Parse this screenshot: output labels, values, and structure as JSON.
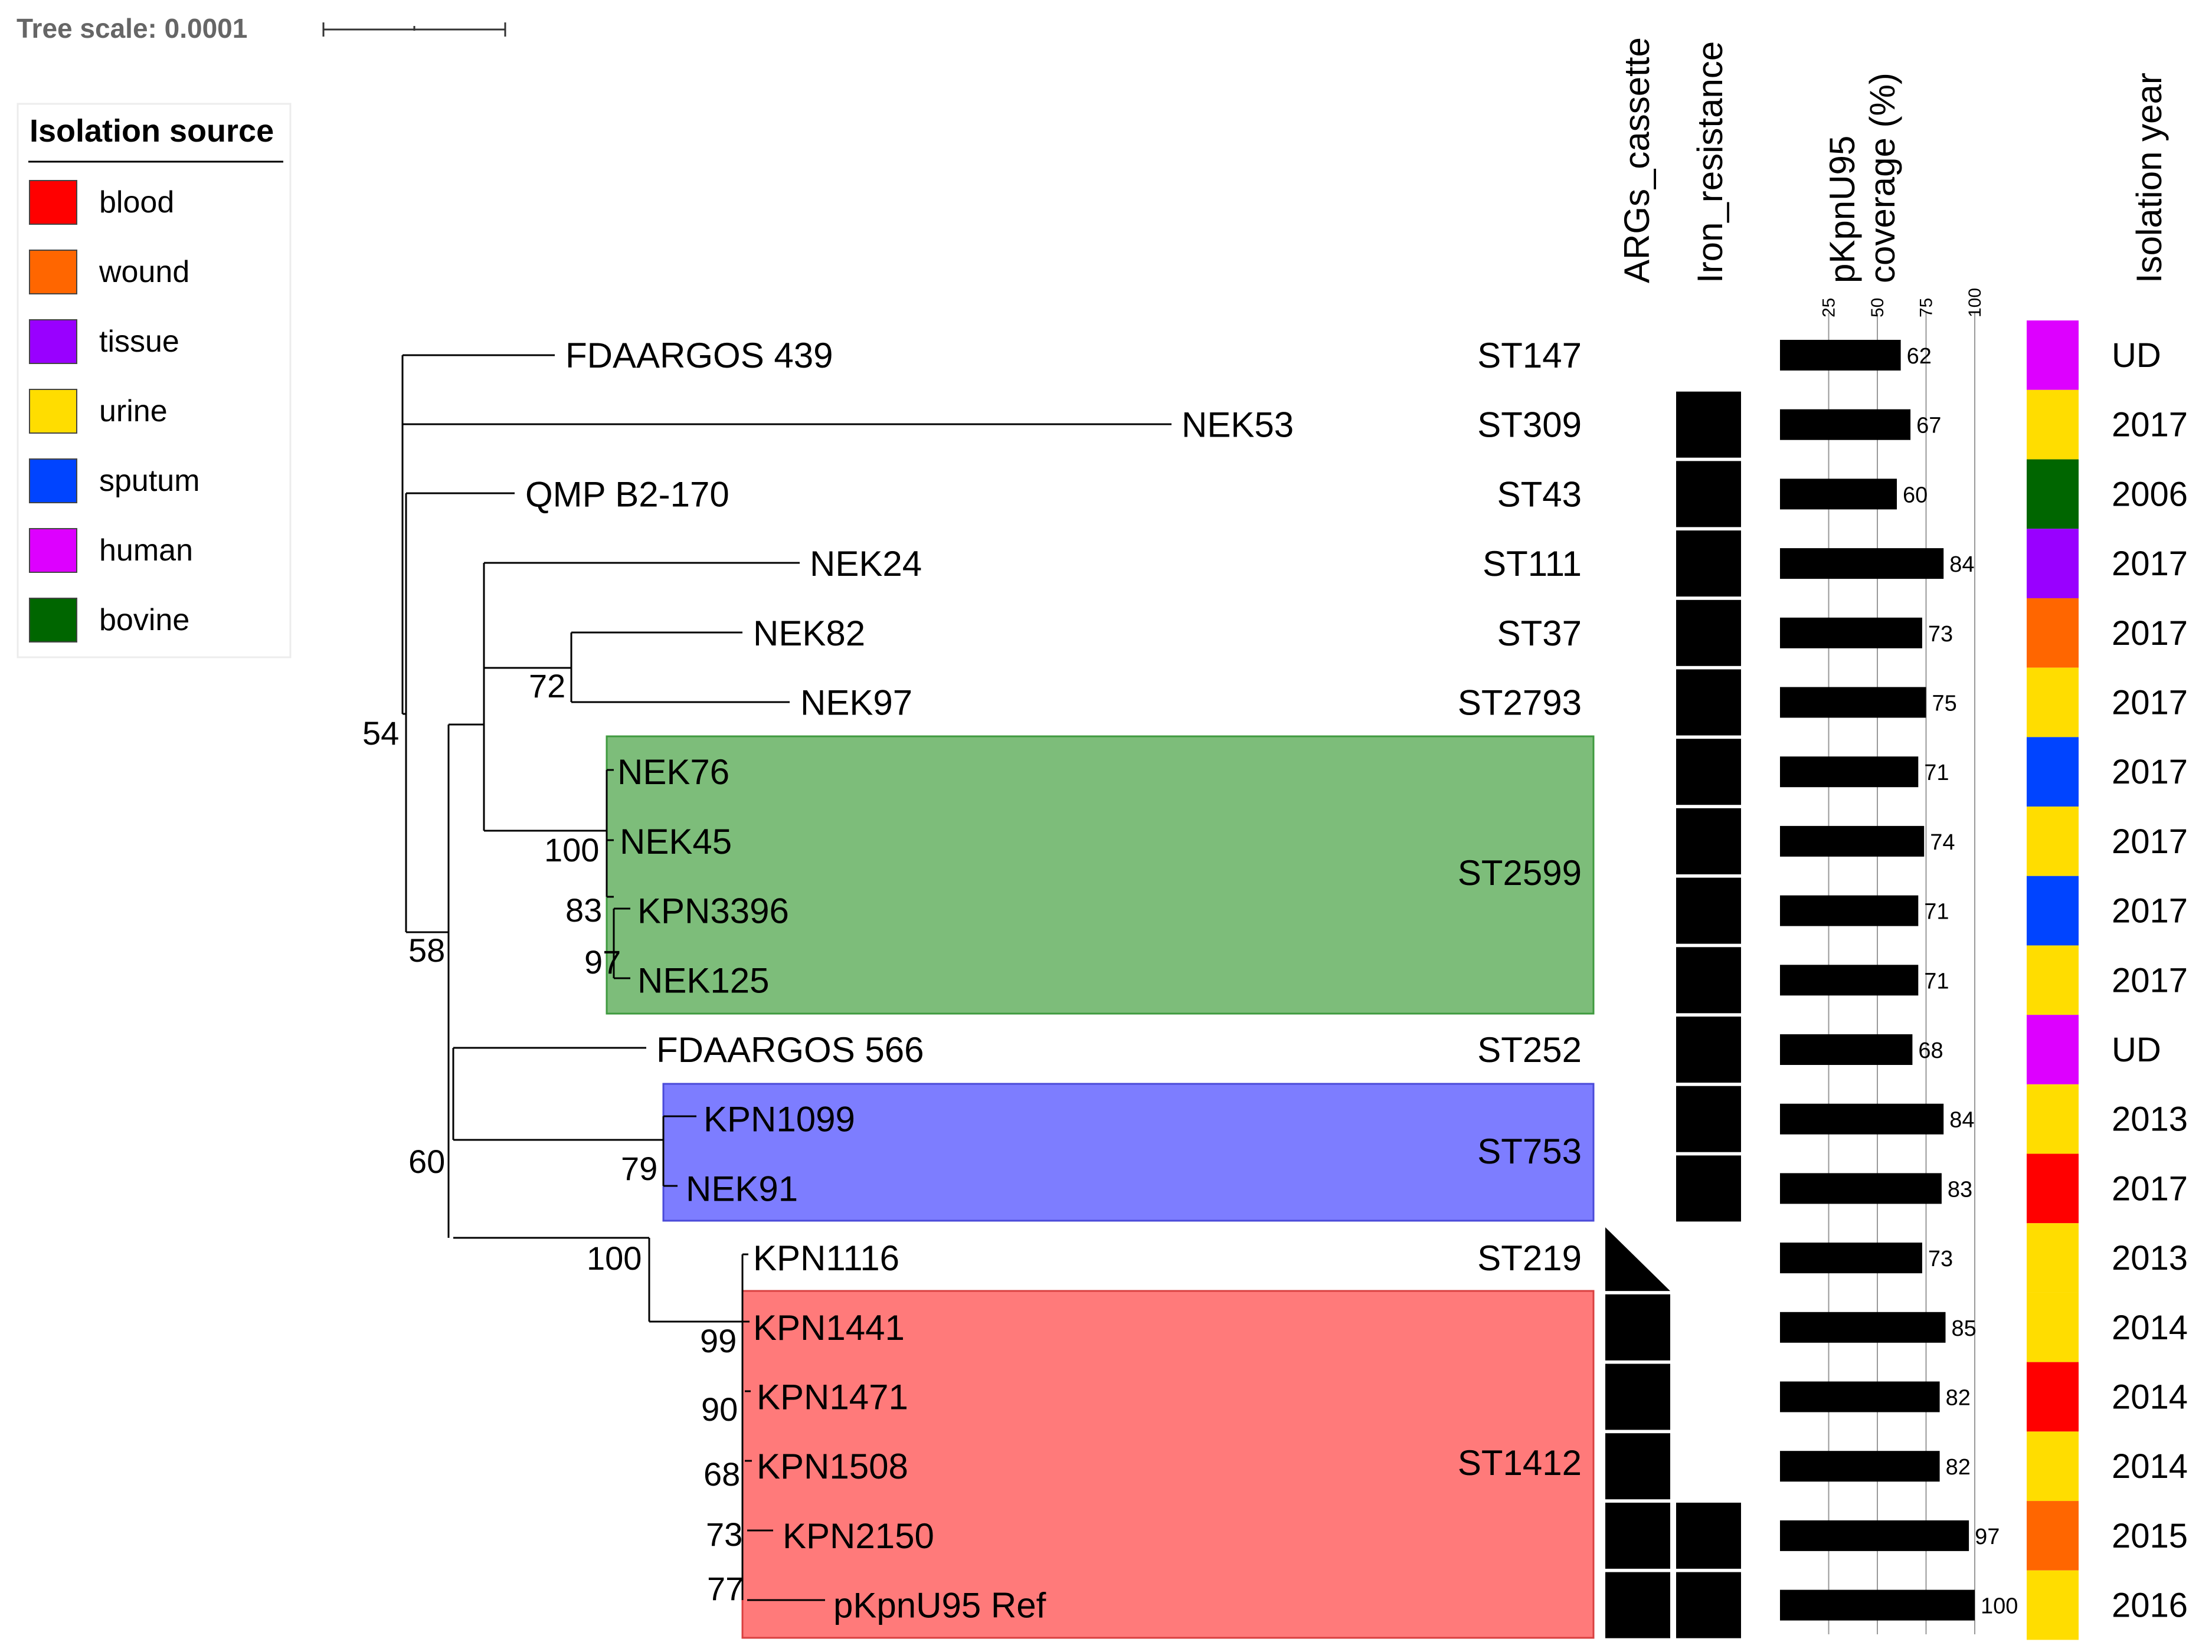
{
  "tree_scale": {
    "label": "Tree scale: 0.0001"
  },
  "legend": {
    "title": "Isolation source",
    "items": [
      {
        "label": "blood",
        "color": "#ff0000"
      },
      {
        "label": "wound",
        "color": "#ff6600"
      },
      {
        "label": "tissue",
        "color": "#9900ff"
      },
      {
        "label": "urine",
        "color": "#ffdd00"
      },
      {
        "label": "sputum",
        "color": "#0044ff"
      },
      {
        "label": "human",
        "color": "#dd00ff"
      },
      {
        "label": "bovine",
        "color": "#006600"
      }
    ]
  },
  "columns": {
    "args": "ARGs_cassette",
    "iron": "Iron_resistance",
    "coverage_line1": "pKpnU95",
    "coverage_line2": "coverage (%)",
    "year": "Isolation year"
  },
  "coverage_ticks": [
    "25",
    "50",
    "75",
    "100"
  ],
  "clade_st": {
    "green": "ST2599",
    "blue": "ST753",
    "red": "ST1412"
  },
  "bootstrap": [
    "54",
    "72",
    "100",
    "83",
    "97",
    "58",
    "60",
    "79",
    "100",
    "99",
    "90",
    "68",
    "73",
    "77"
  ],
  "leaves": [
    {
      "name": "FDAARGOS 439",
      "st": "ST147",
      "iron": false,
      "args": false,
      "coverage": 62,
      "year": "UD",
      "source_color": "#dd00ff"
    },
    {
      "name": "NEK53",
      "st": "ST309",
      "iron": true,
      "args": false,
      "coverage": 67,
      "year": "2017",
      "source_color": "#ffdd00"
    },
    {
      "name": "QMP B2-170",
      "st": "ST43",
      "iron": true,
      "args": false,
      "coverage": 60,
      "year": "2006",
      "source_color": "#006600"
    },
    {
      "name": "NEK24",
      "st": "ST111",
      "iron": true,
      "args": false,
      "coverage": 84,
      "year": "2017",
      "source_color": "#9900ff"
    },
    {
      "name": "NEK82",
      "st": "ST37",
      "iron": true,
      "args": false,
      "coverage": 73,
      "year": "2017",
      "source_color": "#ff6600"
    },
    {
      "name": "NEK97",
      "st": "ST2793",
      "iron": true,
      "args": false,
      "coverage": 75,
      "year": "2017",
      "source_color": "#ffdd00"
    },
    {
      "name": "NEK76",
      "st": "",
      "iron": true,
      "args": false,
      "coverage": 71,
      "year": "2017",
      "source_color": "#0044ff"
    },
    {
      "name": "NEK45",
      "st": "",
      "iron": true,
      "args": false,
      "coverage": 74,
      "year": "2017",
      "source_color": "#ffdd00"
    },
    {
      "name": "KPN3396",
      "st": "",
      "iron": true,
      "args": false,
      "coverage": 71,
      "year": "2017",
      "source_color": "#0044ff"
    },
    {
      "name": "NEK125",
      "st": "",
      "iron": true,
      "args": false,
      "coverage": 71,
      "year": "2017",
      "source_color": "#ffdd00"
    },
    {
      "name": "FDAARGOS 566",
      "st": "ST252",
      "iron": true,
      "args": false,
      "coverage": 68,
      "year": "UD",
      "source_color": "#dd00ff"
    },
    {
      "name": "KPN1099",
      "st": "",
      "iron": true,
      "args": false,
      "coverage": 84,
      "year": "2013",
      "source_color": "#ffdd00"
    },
    {
      "name": "NEK91",
      "st": "",
      "iron": true,
      "args": false,
      "coverage": 83,
      "year": "2017",
      "source_color": "#ff0000"
    },
    {
      "name": "KPN1116",
      "st": "ST219",
      "iron": false,
      "args": "partial",
      "coverage": 73,
      "year": "2013",
      "source_color": "#ffdd00"
    },
    {
      "name": "KPN1441",
      "st": "",
      "iron": false,
      "args": true,
      "coverage": 85,
      "year": "2014",
      "source_color": "#ffdd00"
    },
    {
      "name": "KPN1471",
      "st": "",
      "iron": false,
      "args": true,
      "coverage": 82,
      "year": "2014",
      "source_color": "#ff0000"
    },
    {
      "name": "KPN1508",
      "st": "",
      "iron": false,
      "args": true,
      "coverage": 82,
      "year": "2014",
      "source_color": "#ffdd00"
    },
    {
      "name": "KPN2150",
      "st": "",
      "iron": true,
      "args": true,
      "coverage": 97,
      "year": "2015",
      "source_color": "#ff6600"
    },
    {
      "name": "pKpnU95 Ref",
      "st": "",
      "iron": true,
      "args": true,
      "coverage": 100,
      "year": "2016",
      "source_color": "#ffdd00"
    }
  ]
}
